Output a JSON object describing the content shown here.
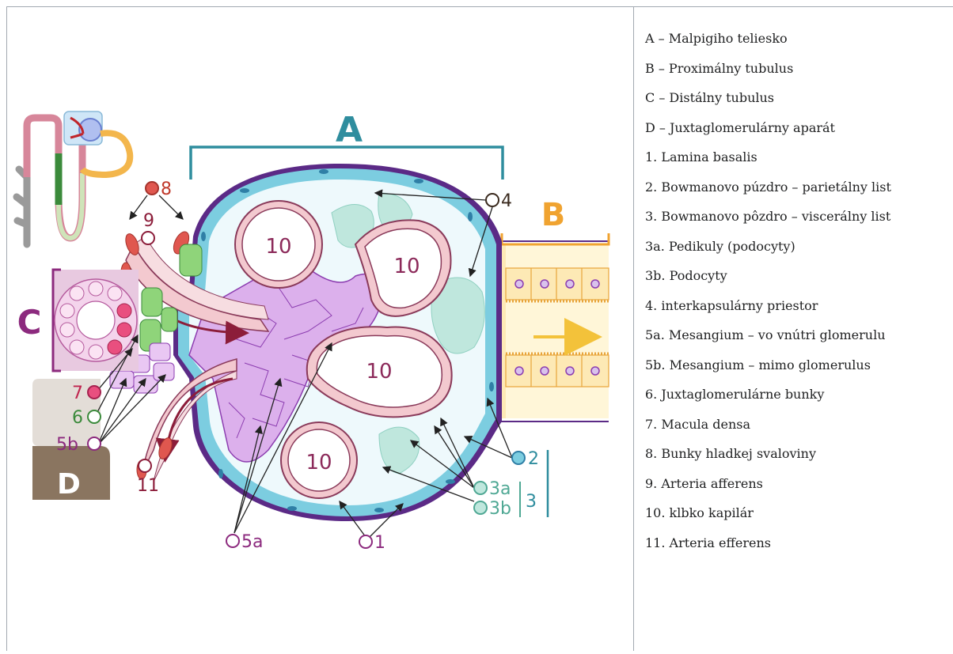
{
  "diagram": {
    "labels": {
      "A": "A",
      "B": "B",
      "C": "C",
      "D": "D",
      "n1": "1",
      "n2": "2",
      "n3": "3",
      "n3a": "3a",
      "n3b": "3b",
      "n4": "4",
      "n5a": "5a",
      "n5b": "5b",
      "n6": "6",
      "n7": "7",
      "n8": "8",
      "n9": "9",
      "n10": "10",
      "n11": "11"
    },
    "colors": {
      "capsule_outer": "#5b2a86",
      "capsule_blue": "#7ccde0",
      "lumen": "#eaf7fb",
      "capillary_wall": "#f3c9cf",
      "capillary_border": "#8a3a5a",
      "mesangium": "#d9a6e8",
      "mesangium_border": "#8c3db0",
      "podocyte": "#bfe7dd",
      "proximal_fill": "#fbe7a9",
      "proximal_border": "#e8a43a",
      "macula": "#e94f7f",
      "jga": "#7cc96b",
      "smooth_muscle": "#e0574f",
      "label_teal": "#2f8d9e",
      "label_orange": "#f0a330",
      "label_purple": "#8c2a7e",
      "label_gray_d": "#8a7560",
      "arrow_red": "#8c1d3a"
    }
  },
  "legend": {
    "items": [
      "A – Malpigiho teliesko",
      "B – Proximálny tubulus",
      "C – Distálny tubulus",
      "D – Juxtaglomerulárny aparát",
      "1. Lamina basalis",
      "2. Bowmanovo púzdro – parietálny list",
      "3. Bowmanovo pôzdro – viscerálny list",
      "3a. Pedikuly (podocyty)",
      "3b. Podocyty",
      "4. interkapsulárny priestor",
      "5a. Mesangium – vo vnútri glomerulu",
      "5b. Mesangium – mimo glomerulus",
      "6. Juxtaglomerulárne bunky",
      "7. Macula densa",
      "8. Bunky hladkej svaloviny",
      "9. Arteria afferens",
      "10. klbko kapilár",
      "11. Arteria efferens"
    ]
  }
}
